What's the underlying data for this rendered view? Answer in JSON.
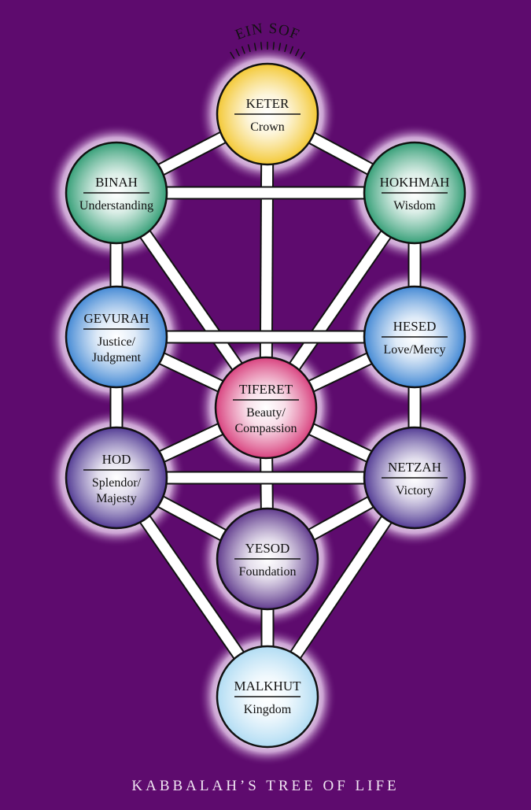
{
  "header": {
    "ein_sof": "EIN SOF"
  },
  "footer": {
    "title": "KABBALAH’S TREE OF LIFE"
  },
  "colors": {
    "background": "#5e0b6e",
    "path": "#ffffff"
  },
  "nodes": [
    {
      "id": "keter",
      "name": "KETER",
      "meaning": [
        "Crown"
      ],
      "color": "#f2c21e"
    },
    {
      "id": "binah",
      "name": "BINAH",
      "meaning": [
        "Understanding"
      ],
      "color": "#1f9468"
    },
    {
      "id": "hokhmah",
      "name": "HOKHMAH",
      "meaning": [
        "Wisdom"
      ],
      "color": "#1f9468"
    },
    {
      "id": "gevurah",
      "name": "GEVURAH",
      "meaning": [
        "Justice/",
        "Judgment"
      ],
      "color": "#2f7cd0"
    },
    {
      "id": "hesed",
      "name": "HESED",
      "meaning": [
        "Love/Mercy"
      ],
      "color": "#2f7cd0"
    },
    {
      "id": "tiferet",
      "name": "TIFERET",
      "meaning": [
        "Beauty/",
        "Compassion"
      ],
      "color": "#d42c70"
    },
    {
      "id": "hod",
      "name": "HOD",
      "meaning": [
        "Splendor/",
        "Majesty"
      ],
      "color": "#3f2588"
    },
    {
      "id": "netzah",
      "name": "NETZAH",
      "meaning": [
        "Victory"
      ],
      "color": "#3f2588"
    },
    {
      "id": "yesod",
      "name": "YESOD",
      "meaning": [
        "Foundation"
      ],
      "color": "#4e2480"
    },
    {
      "id": "malkhut",
      "name": "MALKHUT",
      "meaning": [
        "Kingdom"
      ],
      "color": "#a8d8f2"
    }
  ],
  "paths": [
    [
      "keter",
      "binah"
    ],
    [
      "keter",
      "hokhmah"
    ],
    [
      "keter",
      "tiferet"
    ],
    [
      "binah",
      "hokhmah"
    ],
    [
      "binah",
      "gevurah"
    ],
    [
      "binah",
      "tiferet"
    ],
    [
      "hokhmah",
      "hesed"
    ],
    [
      "hokhmah",
      "tiferet"
    ],
    [
      "gevurah",
      "hesed"
    ],
    [
      "gevurah",
      "tiferet"
    ],
    [
      "gevurah",
      "hod"
    ],
    [
      "hesed",
      "tiferet"
    ],
    [
      "hesed",
      "netzah"
    ],
    [
      "tiferet",
      "hod"
    ],
    [
      "tiferet",
      "netzah"
    ],
    [
      "tiferet",
      "yesod"
    ],
    [
      "hod",
      "netzah"
    ],
    [
      "hod",
      "yesod"
    ],
    [
      "hod",
      "malkhut"
    ],
    [
      "netzah",
      "yesod"
    ],
    [
      "netzah",
      "malkhut"
    ],
    [
      "yesod",
      "malkhut"
    ]
  ]
}
